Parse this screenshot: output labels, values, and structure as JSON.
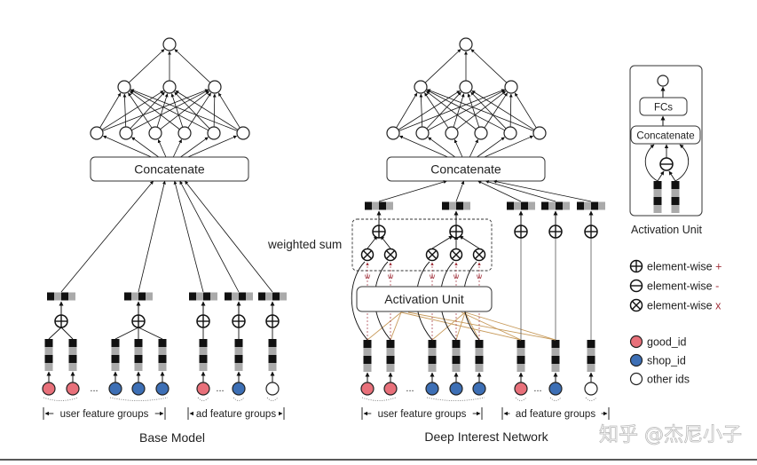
{
  "base_model": {
    "title": "Base Model",
    "concat_label": "Concatenate",
    "user_groups_label": "user feature groups",
    "ad_groups_label": "ad feature groups",
    "ellipsis": "..."
  },
  "din": {
    "title": "Deep Interest Network",
    "concat_label": "Concatenate",
    "weighted_sum_label": "weighted sum",
    "activation_unit_label": "Activation Unit",
    "weight_label": "w",
    "user_groups_label": "user feature groups",
    "ad_groups_label": "ad feature groups",
    "ellipsis": "..."
  },
  "activation_unit_detail": {
    "title": "Activation Unit",
    "fcs_label": "FCs",
    "concat_label": "Concatenate"
  },
  "legend": {
    "ops": [
      {
        "symbol": "plus-circle",
        "label": "element-wise",
        "suffix": "+"
      },
      {
        "symbol": "minus-circle",
        "label": "element-wise",
        "suffix": "-"
      },
      {
        "symbol": "times-circle",
        "label": "element-wise",
        "suffix": "x"
      }
    ],
    "ids": [
      {
        "color": "#e8707a",
        "label": "good_id"
      },
      {
        "color": "#3d6fb5",
        "label": "shop_id"
      },
      {
        "color": "#ffffff",
        "label": "other ids"
      }
    ]
  },
  "colors": {
    "good_id": "#e8707a",
    "shop_id": "#3d6fb5",
    "other_id": "#ffffff",
    "weight_red": "#a0303a",
    "cross_line": "#c79a5a"
  },
  "watermark": "知乎 @杰尼小子"
}
